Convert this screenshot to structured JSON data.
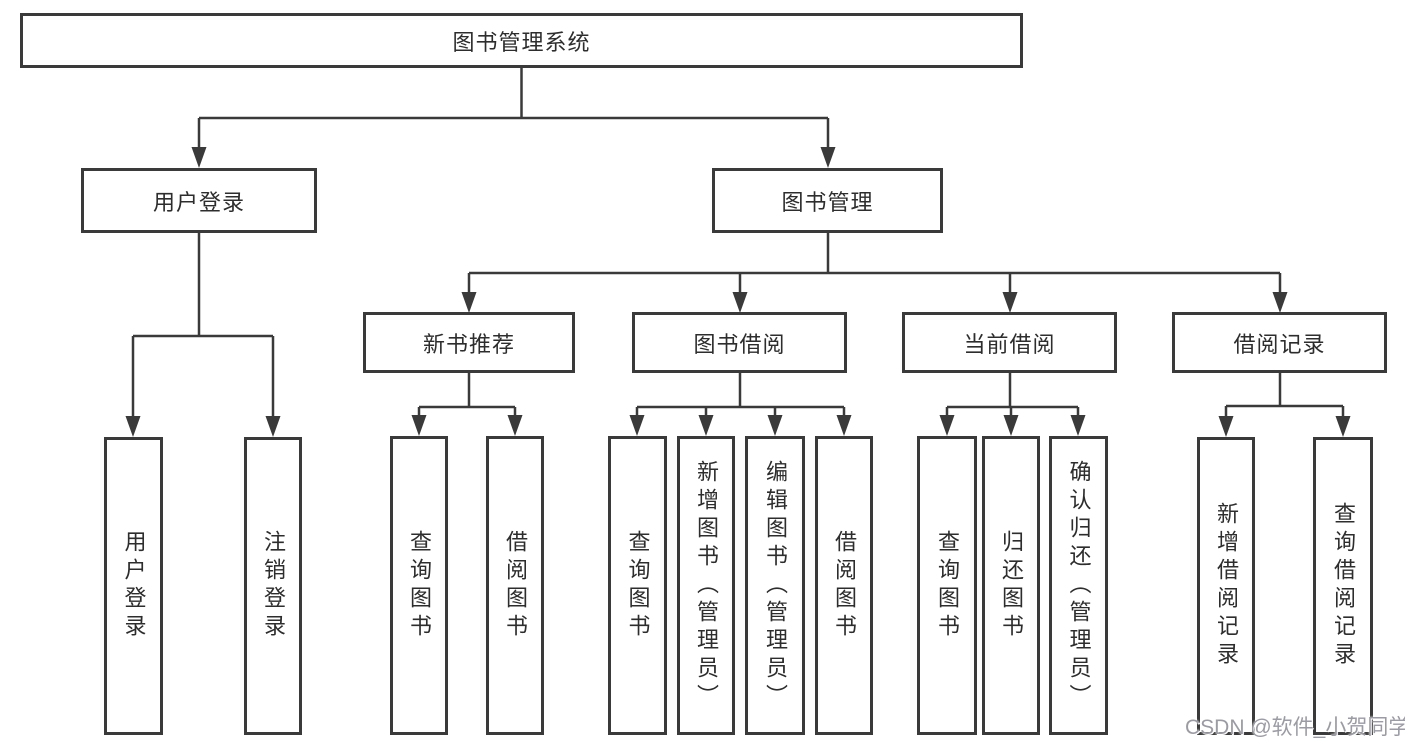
{
  "tree": {
    "root": "图书管理系统",
    "branches": [
      {
        "label": "用户登录",
        "leaves": [
          "用户登录",
          "注销登录"
        ]
      },
      {
        "label": "图书管理",
        "children": [
          {
            "label": "新书推荐",
            "leaves": [
              "查询图书",
              "借阅图书"
            ]
          },
          {
            "label": "图书借阅",
            "leaves": [
              "查询图书",
              "新增图书（管理员）",
              "编辑图书（管理员）",
              "借阅图书"
            ]
          },
          {
            "label": "当前借阅",
            "leaves": [
              "查询图书",
              "归还图书",
              "确认归还（管理员）"
            ]
          },
          {
            "label": "借阅记录",
            "leaves": [
              "新增借阅记录",
              "查询借阅记录"
            ]
          }
        ]
      }
    ]
  },
  "watermark": "CSDN @软件_小贺同学",
  "colors": {
    "line": "#3a3a3a",
    "text": "#2d2d2d",
    "background": "#ffffff",
    "watermark": "#9b9ba3"
  }
}
